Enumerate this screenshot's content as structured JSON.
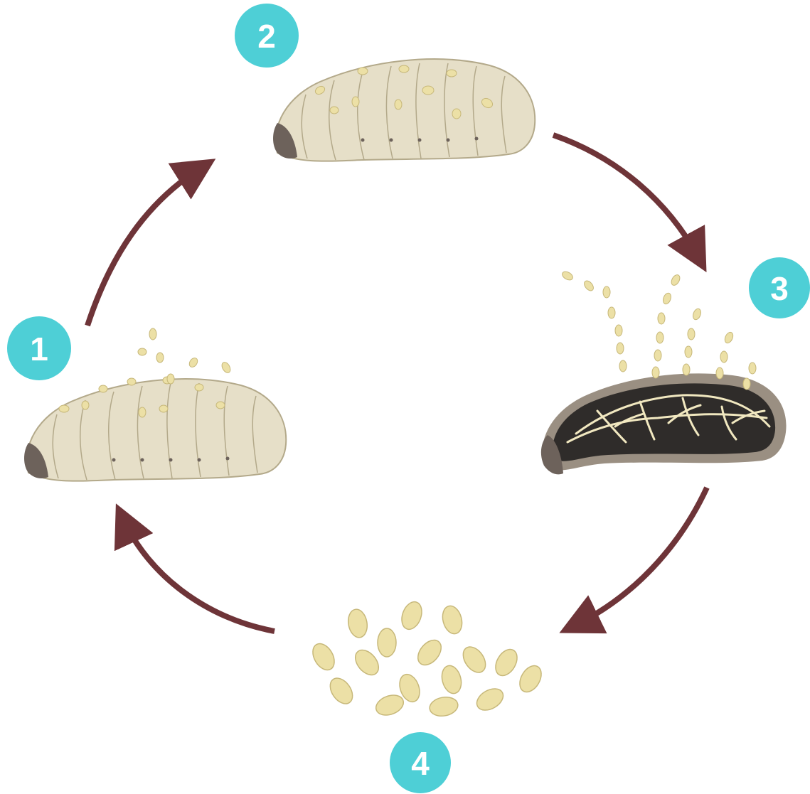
{
  "colors": {
    "badge": "#4ecfd6",
    "badge_text": "#ffffff",
    "arrow": "#6e3438",
    "larva_body": "#e6dfc8",
    "larva_outline": "#b3a98a",
    "larva_head": "#6d625b",
    "spore": "#ece0a6",
    "spore_outline": "#c7b87a",
    "mummy_body": "#2f2c2a",
    "mummy_rim": "#9a8f82",
    "hyphae": "#f1e8c0"
  },
  "stages": [
    {
      "number": "1",
      "icon": "infected-larva-icon"
    },
    {
      "number": "2",
      "icon": "colonized-larva-icon"
    },
    {
      "number": "3",
      "icon": "mummified-larva-sporulating-icon"
    },
    {
      "number": "4",
      "icon": "conidia-spores-icon"
    }
  ]
}
